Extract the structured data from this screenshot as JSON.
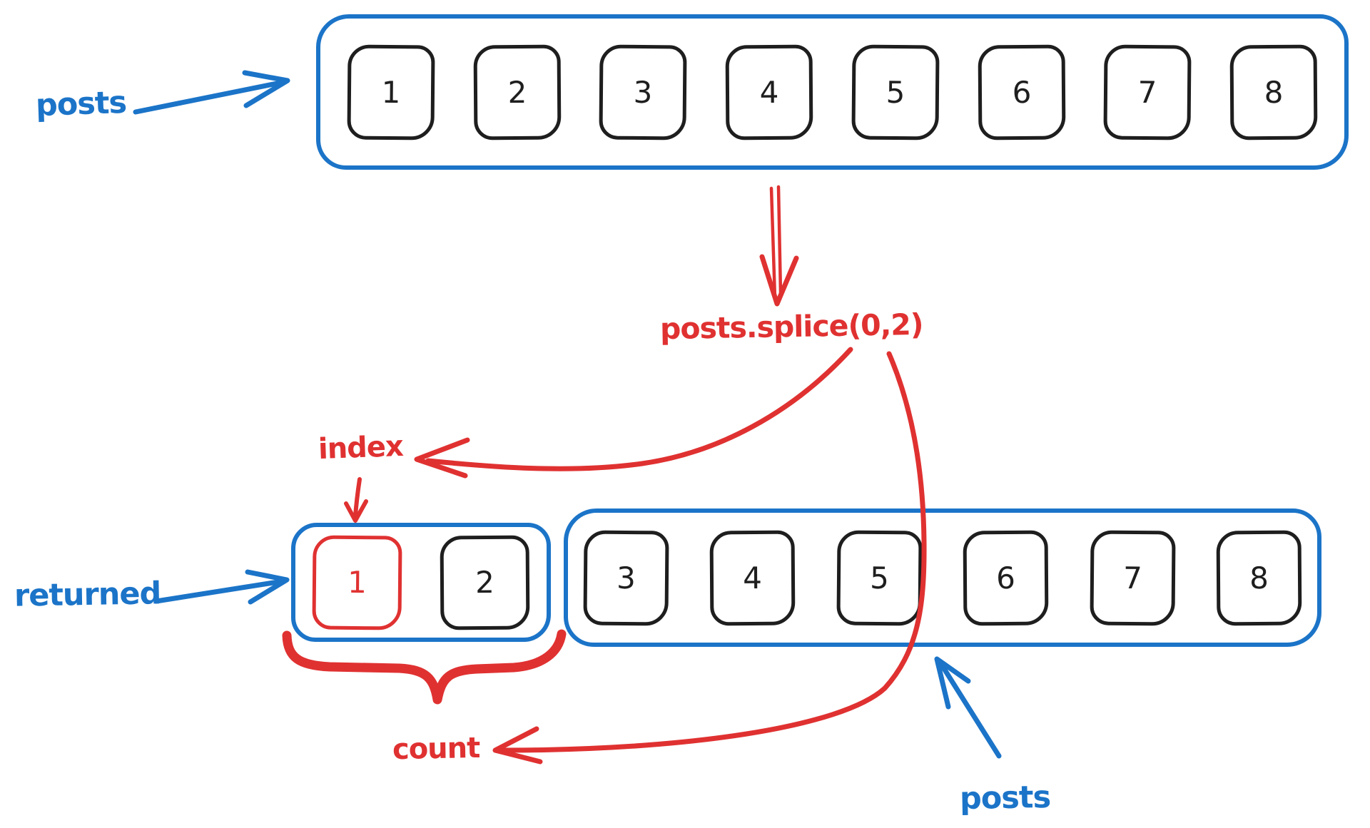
{
  "colors": {
    "blue": "#1b74c8",
    "red": "#e03131",
    "black": "#1e1e1e",
    "background": "#ffffff"
  },
  "labels": {
    "posts_original": "posts",
    "operation": "posts.splice(0,2)",
    "index_arg": "index",
    "count_arg": "count",
    "returned_array": "returned",
    "posts_after": "posts"
  },
  "arrays": {
    "original": {
      "label": "posts",
      "items": [
        "1",
        "2",
        "3",
        "4",
        "5",
        "6",
        "7",
        "8"
      ]
    },
    "returned": {
      "label": "returned",
      "items": [
        "1",
        "2"
      ],
      "highlight_index": 0
    },
    "after": {
      "label": "posts",
      "items": [
        "3",
        "4",
        "5",
        "6",
        "7",
        "8"
      ]
    }
  }
}
